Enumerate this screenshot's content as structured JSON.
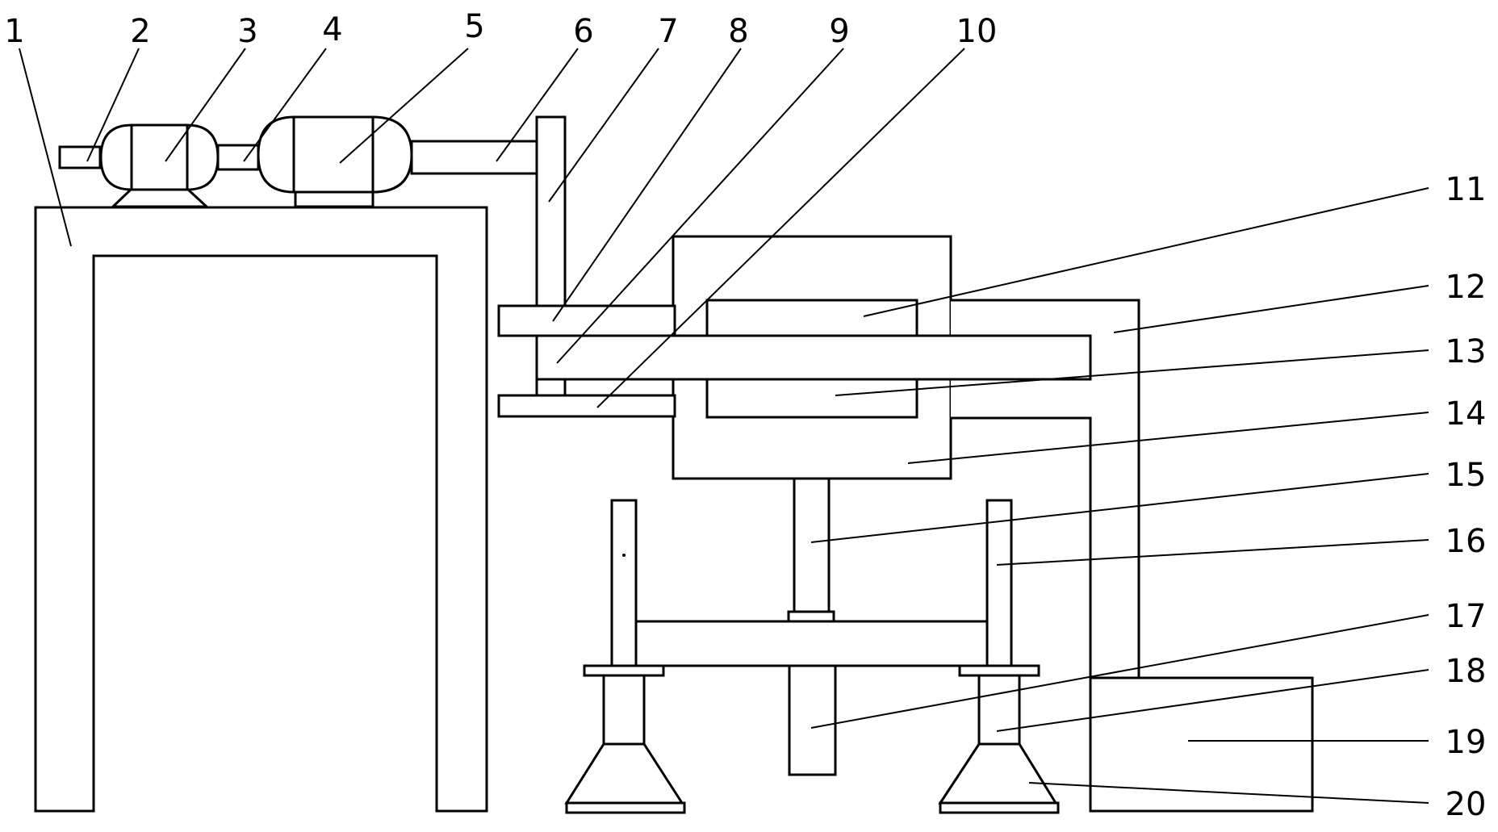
{
  "labels": [
    "1",
    "2",
    "3",
    "4",
    "5",
    "6",
    "7",
    "8",
    "9",
    "10",
    "11",
    "12",
    "13",
    "14",
    "15",
    "16",
    "17",
    "18",
    "19",
    "20"
  ],
  "colors": {
    "background": "#ffffff",
    "line": "#000000"
  }
}
